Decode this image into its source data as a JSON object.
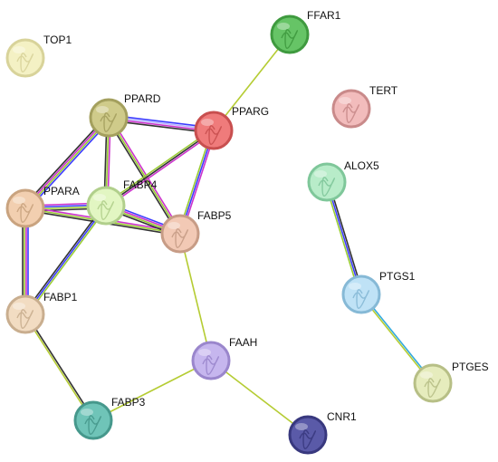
{
  "nodes": [
    {
      "id": "TOP1",
      "label": "TOP1",
      "fill": "#f4f1c4",
      "ring": "#d8d39a"
    },
    {
      "id": "FFAR1",
      "label": "FFAR1",
      "fill": "#66c466",
      "ring": "#3f9a3f"
    },
    {
      "id": "TERT",
      "label": "TERT",
      "fill": "#f2bcbc",
      "ring": "#c98a8a"
    },
    {
      "id": "PPARD",
      "label": "PPARD",
      "fill": "#cfcb8a",
      "ring": "#a4a05e"
    },
    {
      "id": "PPARG",
      "label": "PPARG",
      "fill": "#ef7b7b",
      "ring": "#c84f4f"
    },
    {
      "id": "ALOX5",
      "label": "ALOX5",
      "fill": "#b8ecc9",
      "ring": "#7fc79a"
    },
    {
      "id": "PPARA",
      "label": "PPARA",
      "fill": "#f2cfb0",
      "ring": "#c9a37f"
    },
    {
      "id": "FABP4",
      "label": "FABP4",
      "fill": "#e2f6c2",
      "ring": "#b1cf8c"
    },
    {
      "id": "FABP5",
      "label": "FABP5",
      "fill": "#f2c9b5",
      "ring": "#c79c86"
    },
    {
      "id": "PTGS1",
      "label": "PTGS1",
      "fill": "#bfe2f6",
      "ring": "#86b9d6"
    },
    {
      "id": "FABP1",
      "label": "FABP1",
      "fill": "#f2dcc2",
      "ring": "#c9ae8f"
    },
    {
      "id": "FAAH",
      "label": "FAAH",
      "fill": "#c6b6ee",
      "ring": "#9a86cc"
    },
    {
      "id": "PTGES",
      "label": "PTGES",
      "fill": "#e6ecbd",
      "ring": "#b7bf86"
    },
    {
      "id": "FABP3",
      "label": "FABP3",
      "fill": "#6fc4b8",
      "ring": "#46988c"
    },
    {
      "id": "CNR1",
      "label": "CNR1",
      "fill": "#5a5aa8",
      "ring": "#38387e"
    }
  ],
  "edges": [
    {
      "from": "PPARD",
      "to": "PPARG",
      "colors": [
        "#3c3cff",
        "#b5b5ff",
        "#cc33cc",
        "#333333"
      ]
    },
    {
      "from": "PPARD",
      "to": "PPARA",
      "colors": [
        "#3c3cff",
        "#99cc33",
        "#cc33cc",
        "#333333"
      ]
    },
    {
      "from": "PPARD",
      "to": "FABP4",
      "colors": [
        "#cc33cc",
        "#99cc33",
        "#333333"
      ]
    },
    {
      "from": "PPARD",
      "to": "FABP5",
      "colors": [
        "#cc33cc",
        "#99cc33",
        "#333333"
      ]
    },
    {
      "from": "PPARG",
      "to": "FABP4",
      "colors": [
        "#cc33cc",
        "#333333",
        "#99cc33"
      ]
    },
    {
      "from": "PPARG",
      "to": "FABP5",
      "colors": [
        "#cc33cc",
        "#3c3cff",
        "#99cc33"
      ]
    },
    {
      "from": "PPARG",
      "to": "FFAR1",
      "colors": [
        "#b5cc33"
      ]
    },
    {
      "from": "PPARA",
      "to": "FABP4",
      "colors": [
        "#cc33cc",
        "#3c3cff",
        "#99cc33",
        "#333333"
      ]
    },
    {
      "from": "PPARA",
      "to": "FABP5",
      "colors": [
        "#cc33cc",
        "#99cc33",
        "#333333"
      ]
    },
    {
      "from": "PPARA",
      "to": "FABP1",
      "colors": [
        "#3c3cff",
        "#cc33cc",
        "#99cc33",
        "#333333"
      ]
    },
    {
      "from": "FABP4",
      "to": "FABP5",
      "colors": [
        "#3c3cff",
        "#cc33cc",
        "#99cc33",
        "#333333"
      ]
    },
    {
      "from": "FABP4",
      "to": "FABP1",
      "colors": [
        "#99cc33",
        "#3c3cff",
        "#333333"
      ]
    },
    {
      "from": "FABP5",
      "to": "FAAH",
      "colors": [
        "#b5cc33"
      ]
    },
    {
      "from": "FABP1",
      "to": "FABP3",
      "colors": [
        "#333333",
        "#b5cc33"
      ]
    },
    {
      "from": "FAAH",
      "to": "FABP3",
      "colors": [
        "#b5cc33"
      ]
    },
    {
      "from": "FAAH",
      "to": "CNR1",
      "colors": [
        "#b5cc33"
      ]
    },
    {
      "from": "ALOX5",
      "to": "PTGS1",
      "colors": [
        "#333333",
        "#3c3cff",
        "#99cc33"
      ]
    },
    {
      "from": "PTGS1",
      "to": "PTGES",
      "colors": [
        "#33aadd",
        "#b5cc33"
      ]
    }
  ]
}
